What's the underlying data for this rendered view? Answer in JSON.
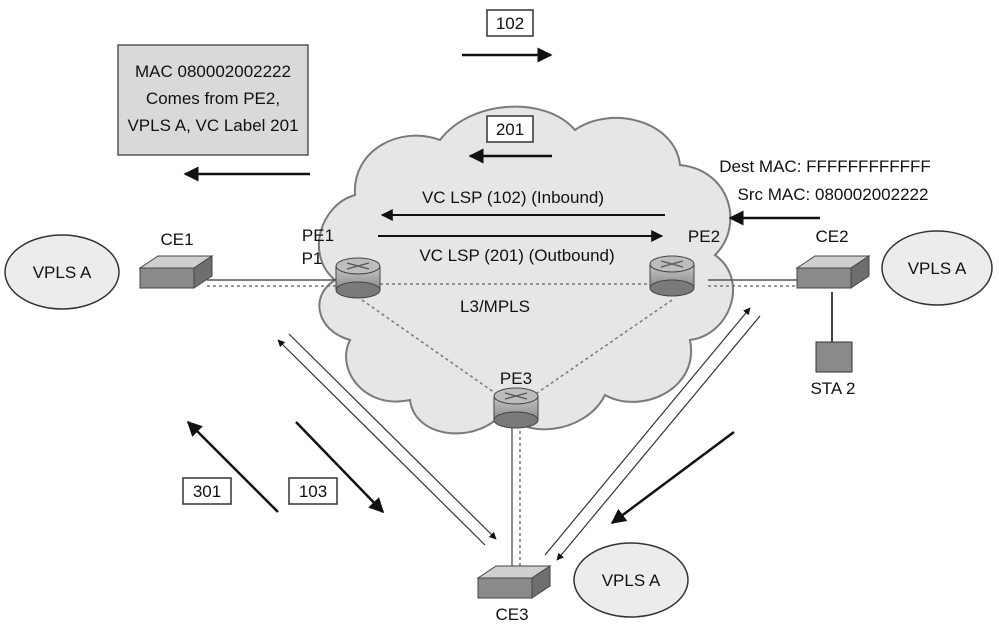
{
  "colors": {
    "cloud": "#e6e6e6",
    "cloud_edge": "#7a7a7a",
    "info_box": "#d9d9d9",
    "ellipse": "#ececec",
    "device": "#9a9a9a",
    "arrow": "#111111"
  },
  "info_box": {
    "lines": [
      "MAC 080002002222",
      "Comes from PE2,",
      "VPLS A, VC Label 201"
    ]
  },
  "labels": {
    "label_102": "102",
    "label_201": "201",
    "label_301": "301",
    "label_103": "103"
  },
  "lsp": {
    "inbound": "VC LSP (102) (Inbound)",
    "outbound": "VC LSP (201) (Outbound)"
  },
  "frame": {
    "dest_mac": "Dest MAC: FFFFFFFFFFFF",
    "src_mac": "Src MAC: 080002002222"
  },
  "core": {
    "name": "L3/MPLS"
  },
  "sites": {
    "left": "VPLS A",
    "right": "VPLS A",
    "bottom": "VPLS A"
  },
  "devices": {
    "ce1": "CE1",
    "pe1": "PE1",
    "p1": "P1",
    "pe2": "PE2",
    "ce2": "CE2",
    "pe3": "PE3",
    "sta2": "STA 2",
    "ce3": "CE3"
  },
  "icons": {
    "router": "router-icon",
    "switch": "switch-icon",
    "station": "workstation-icon"
  }
}
